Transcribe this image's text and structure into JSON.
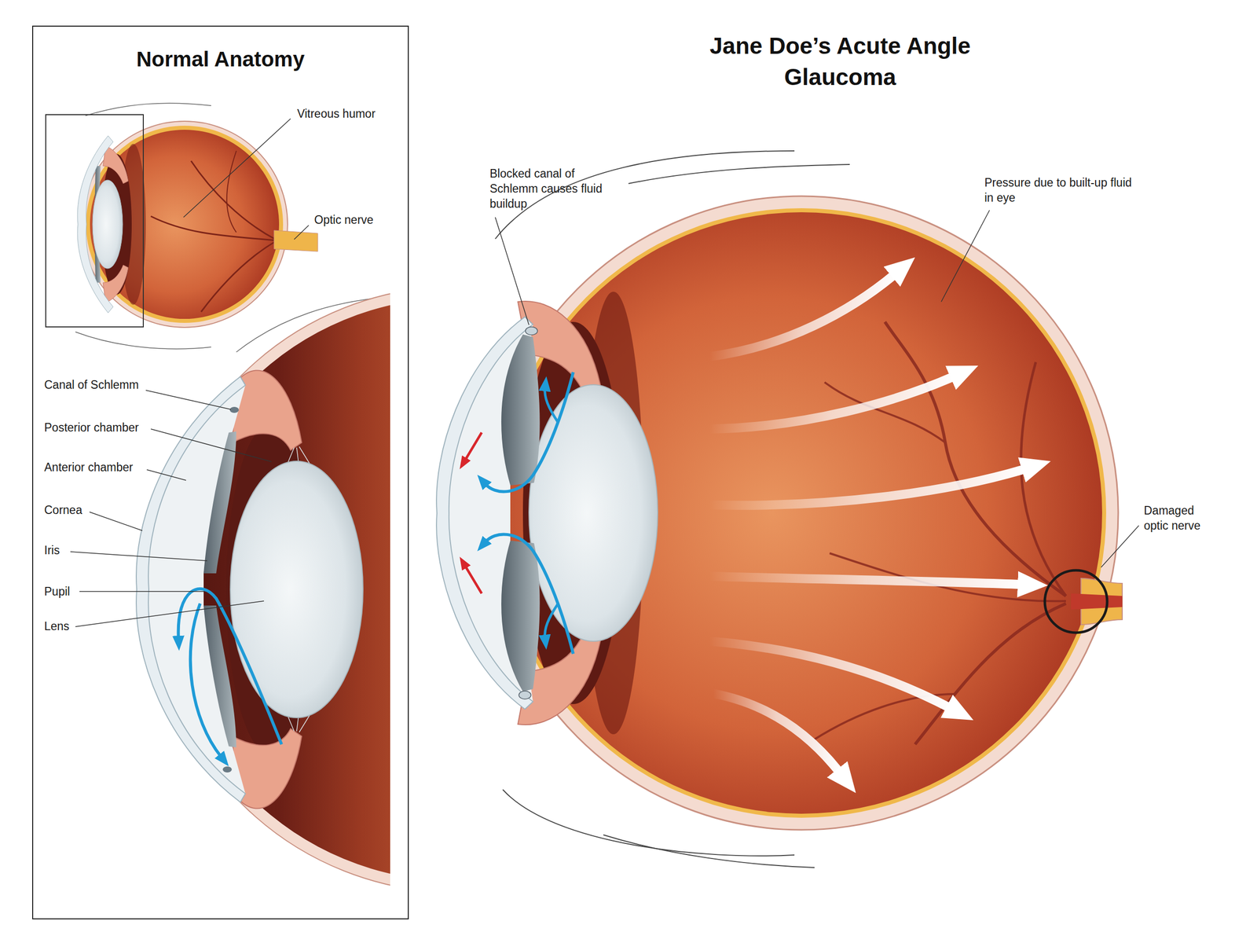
{
  "diagram": {
    "title": "Jane Doe’s Acute Angle Glaucoma",
    "nodes": [
      {
        "text": [
          "Normal Anatomy"
        ]
      }
    ],
    "labels": [
      "Vitreous humor",
      "Optic nerve",
      "Canal of Schlemm",
      "Posterior chamber",
      "Anterior chamber",
      "Cornea",
      "Iris",
      "Pupil",
      "Lens",
      "Blocked canal of Schlemm causes fluid buildup",
      "Pressure due to built-up fluid in eye",
      "Damaged optic nerve"
    ]
  }
}
